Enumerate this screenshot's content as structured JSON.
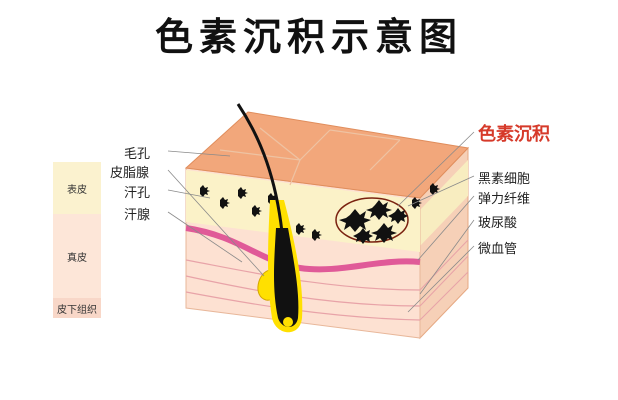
{
  "title": "色素沉积示意图",
  "legend": {
    "epidermis": "表皮",
    "dermis": "真皮",
    "subcutaneous": "皮下组织"
  },
  "labels_left": {
    "pore": "毛孔",
    "sebaceous_gland": "皮脂腺",
    "sweat_pore": "汗孔",
    "sweat_gland": "汗腺"
  },
  "labels_right": {
    "pigment_deposit": "色素沉积",
    "melanocyte": "黑素细胞",
    "elastic_fiber": "弹力纤维",
    "hyaluronic_acid": "玻尿酸",
    "capillary": "微血管"
  },
  "colors": {
    "skin_top": "#f2a77b",
    "epidermis": "#fbf2c8",
    "dermis": "#fde1d2",
    "pink_band": "#e05a98",
    "accent_red": "#d63a2a",
    "hair": "#111111",
    "gland": "#ffe000"
  }
}
